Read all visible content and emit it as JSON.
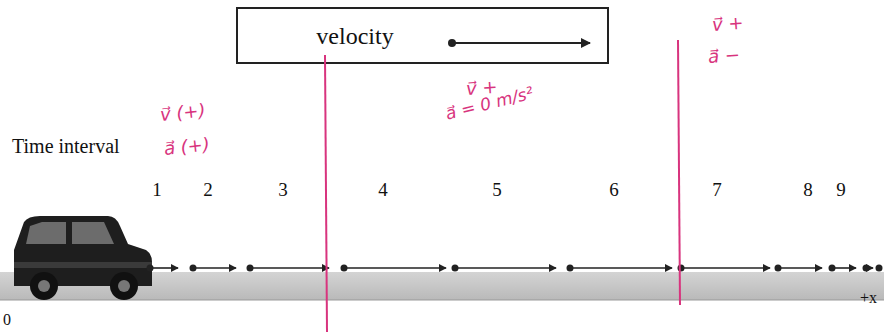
{
  "diagram": {
    "labels": [
      "Time interval",
      "1",
      "2",
      "3",
      "4",
      "5",
      "6",
      "7",
      "8",
      "9",
      "0",
      "+x",
      "v⃗ (+)",
      "a⃗ (+)",
      "v⃗ +",
      "a⃗ = 0 m/s²",
      "v⃗ +",
      "a⃗ −"
    ],
    "legend": [
      {
        "text": "velocity"
      }
    ]
  }
}
